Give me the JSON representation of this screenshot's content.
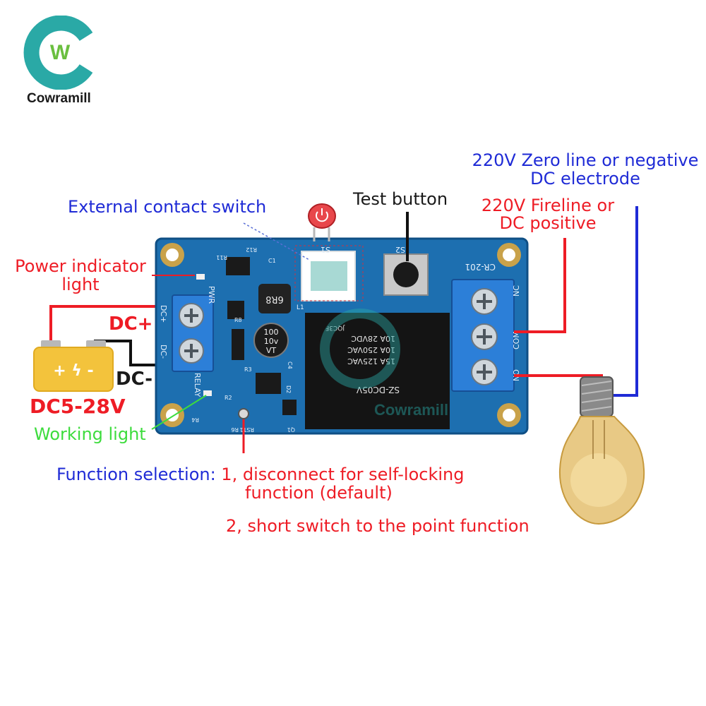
{
  "brand": {
    "name": "Cowramill",
    "logo_letter": "W",
    "watermark": "Cowramill",
    "accent_color": "#2aa9a6"
  },
  "labels": {
    "external_contact_switch": "External contact switch",
    "test_button": "Test button",
    "zero_line_1": "220V Zero line or negative",
    "zero_line_2": "DC electrode",
    "fireline_1": "220V Fireline or",
    "fireline_2": "DC positive",
    "power_indicator_1": "Power indicator",
    "power_indicator_2": "light",
    "dc_plus": "DC+",
    "dc_minus": "DC-",
    "voltage_range": "DC5-28V",
    "working_light": "Working light",
    "function_1a": "Function selection: 1, disconnect for self-locking",
    "function_1b": "function (default)",
    "function_2": "2, short switch to the point function"
  },
  "board": {
    "terminal_left": [
      "DC+",
      "DC-"
    ],
    "terminal_right": [
      "NC",
      "COM",
      "NO"
    ],
    "model": "CR-201",
    "switch_s1": "S1",
    "switch_s2": "S2",
    "led_pwr": "PWR",
    "led_relay": "RELAY",
    "inductor": "6R8",
    "inductor_ref": "L1",
    "capacitor": [
      "100",
      "10v",
      "VT"
    ],
    "relay_text": [
      "10A 28VDC",
      "10A 250VAC",
      "15A 125VAC",
      "SZ-DC05V"
    ],
    "relay_code": "JQC3F",
    "refs": [
      "R12",
      "R11",
      "C1",
      "R8",
      "C4",
      "R3",
      "D2",
      "R2",
      "R4",
      "R6",
      "RST1",
      "Q1"
    ]
  },
  "battery": {
    "symbol": "+ ϟ -"
  },
  "colors": {
    "label_red": "#ee1c25",
    "label_blue": "#1f2bd6",
    "label_green": "#3ddc3d",
    "board_blue": "#1d6fb0",
    "terminal_blue": "#2c7fd8",
    "battery_yellow": "#f3c33c"
  }
}
